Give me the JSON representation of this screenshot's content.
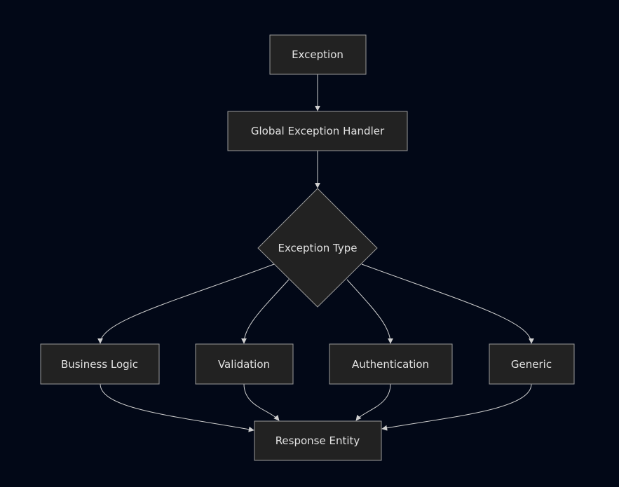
{
  "nodes": {
    "exception": "Exception",
    "handler": "Global Exception Handler",
    "decision": "Exception Type",
    "business_logic": "Business Logic",
    "validation": "Validation",
    "authentication": "Authentication",
    "generic": "Generic",
    "response": "Response Entity"
  },
  "colors": {
    "background": "#020817",
    "node_fill": "#222222",
    "node_stroke": "#9a9a9a",
    "text": "#e2e2e2",
    "edge": "#cfcfcf"
  }
}
